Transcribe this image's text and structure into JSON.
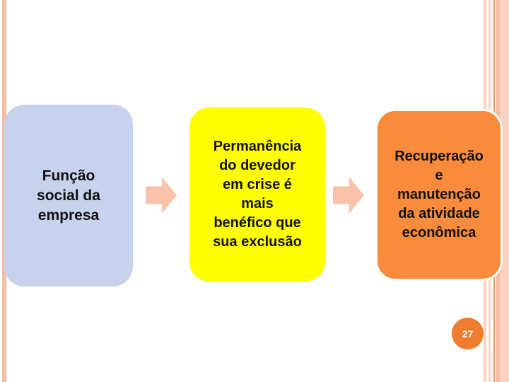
{
  "slide": {
    "background_color": "#ffffff",
    "page_number": "27",
    "flow": {
      "boxes": [
        {
          "id": "funcao-social",
          "text": "Função\nsocial da\nempresa",
          "bg_color": "#c7d3ed"
        },
        {
          "id": "permanencia-devedor",
          "text": "Permanência\ndo devedor\nem crise é\nmais\nbenéfico que\nsua exclusão",
          "bg_color": "#ffff00"
        },
        {
          "id": "recuperacao-manutencao",
          "text": "Recuperação\ne\nmanutenção\nda atividade\neconômica",
          "bg_color": "#f98b3c"
        }
      ],
      "arrow_color": "#f9c2aa",
      "text_color": "#111111"
    },
    "decor": {
      "left_stripe_color": "#f7bca4",
      "right_stripe_colors": [
        "#fad3c2",
        "#fad3c2",
        "#ec9c66",
        "#f8bca4",
        "#fbd2c0"
      ],
      "badge_color": "#ef7d2f"
    }
  }
}
